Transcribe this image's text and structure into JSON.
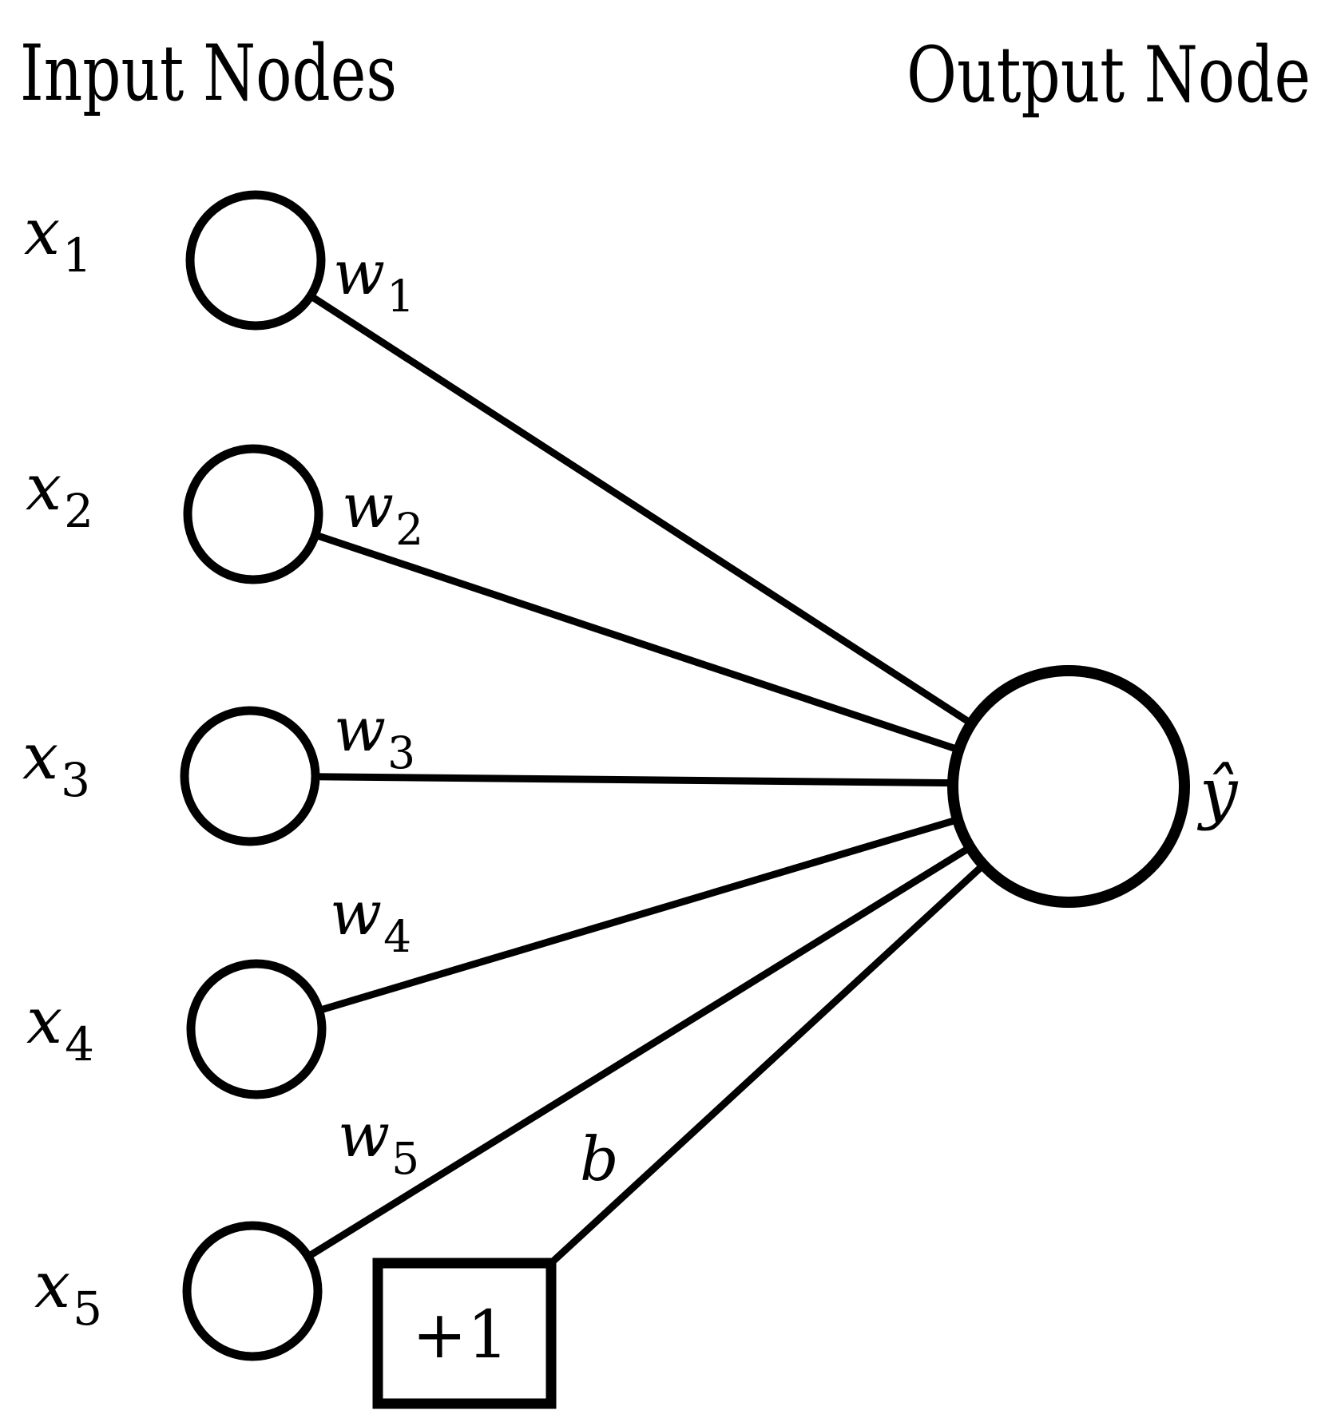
{
  "diagram": {
    "titles": {
      "input": "Input Nodes",
      "output": "Output Node"
    },
    "input_nodes": [
      {
        "id": "x1",
        "label_base": "x",
        "label_sub": "1",
        "weight_base": "w",
        "weight_sub": "1"
      },
      {
        "id": "x2",
        "label_base": "x",
        "label_sub": "2",
        "weight_base": "w",
        "weight_sub": "2"
      },
      {
        "id": "x3",
        "label_base": "x",
        "label_sub": "3",
        "weight_base": "w",
        "weight_sub": "3"
      },
      {
        "id": "x4",
        "label_base": "x",
        "label_sub": "4",
        "weight_base": "w",
        "weight_sub": "4"
      },
      {
        "id": "x5",
        "label_base": "x",
        "label_sub": "5",
        "weight_base": "w",
        "weight_sub": "5"
      }
    ],
    "bias_node": {
      "label": "+1",
      "edge_label": "b"
    },
    "output_node": {
      "label": "ŷ"
    },
    "colors": {
      "ink": "#000000",
      "paper": "#ffffff"
    }
  }
}
